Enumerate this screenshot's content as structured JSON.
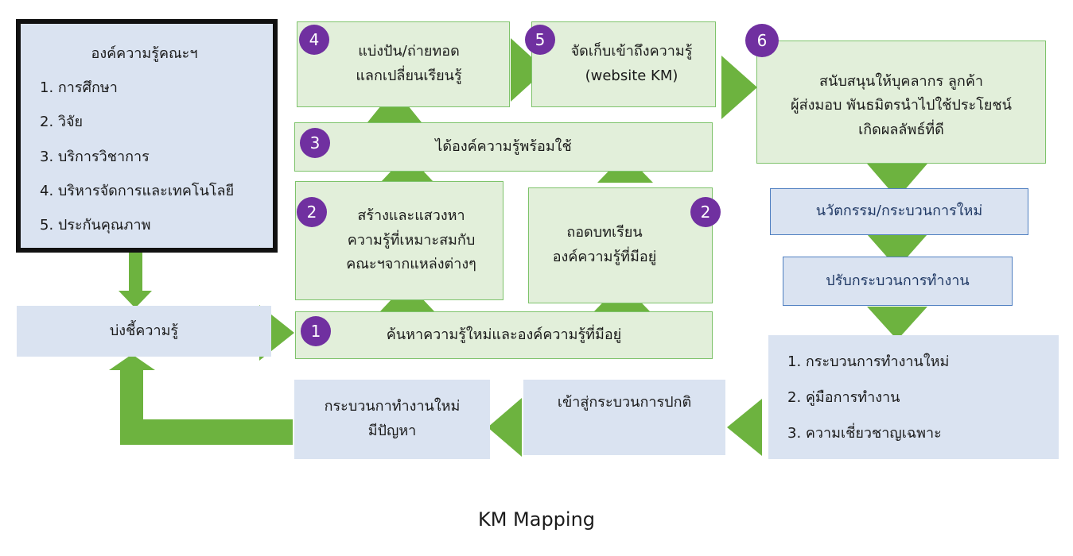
{
  "categories_box": {
    "title": "องค์ความรู้คณะฯ",
    "items": [
      "1. การศึกษา",
      "2. วิจัย",
      "3. บริการวิชาการ",
      "4. บริหารจัดการและเทคโนโลยี",
      "5. ประกันคุณภาพ"
    ]
  },
  "identify_box": {
    "label": "บ่งชี้ความรู้"
  },
  "step1": {
    "badge": "1",
    "label": "ค้นหาความรู้ใหม่และองค์ความรู้ที่มีอยู่"
  },
  "step2a": {
    "badge": "2",
    "lines": [
      "สร้างและแสวงหา",
      "ความรู้ที่เหมาะสมกับ",
      "คณะฯจากแหล่งต่างๆ"
    ]
  },
  "step2b": {
    "badge": "2",
    "lines": [
      "ถอดบทเรียน",
      "องค์ความรู้ที่มีอยู่"
    ]
  },
  "step3": {
    "badge": "3",
    "label": "ได้องค์ความรู้พร้อมใช้"
  },
  "step4": {
    "badge": "4",
    "lines": [
      "แบ่งปัน/ถ่ายทอด",
      "แลกเปลี่ยนเรียนรู้"
    ]
  },
  "step5": {
    "badge": "5",
    "lines": [
      "จัดเก็บเข้าถึงความรู้",
      "(website KM)"
    ]
  },
  "step6": {
    "badge": "6",
    "lines": [
      "สนับสนุนให้บุคลากร ลูกค้า",
      "ผู้ส่งมอบ พันธมิตรนำไปใช้ประโยชน์",
      "เกิดผลลัพธ์ที่ดี"
    ]
  },
  "innovation_box": {
    "label": "นวัตกรรม/กระบวนการใหม่"
  },
  "improve_box": {
    "label": "ปรับกระบวนการทำงาน"
  },
  "outputs_box": {
    "items": [
      "1. กระบวนการทำงานใหม่",
      "2. คู่มือการทำงาน",
      "3. ความเชี่ยวชาญเฉพาะ"
    ]
  },
  "normal_process_box": {
    "label": "เข้าสู่กระบวนการปกติ"
  },
  "problem_box": {
    "lines": [
      "กระบวนกาทำงานใหม่",
      "มีปัญหา"
    ]
  },
  "caption": "KM Mapping",
  "colors": {
    "arrow": "#6db33f",
    "badge": "#7030a0",
    "green_box": "#e2efda",
    "blue_box": "#dae3f1"
  }
}
